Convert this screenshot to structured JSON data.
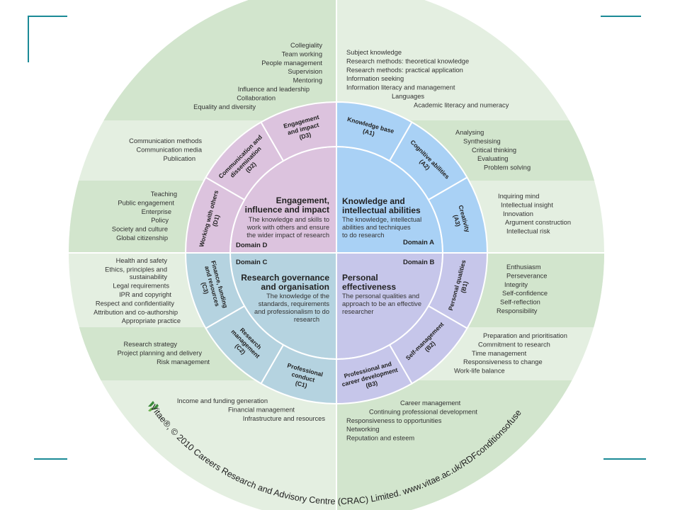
{
  "colors": {
    "frame": "#1a8a96",
    "outer_light": "#e4efe1",
    "outer_dark": "#d2e5cd",
    "domain_a": "#a9d1f5",
    "domain_b": "#c6c6ea",
    "domain_c": "#b5d3e0",
    "domain_d": "#dcc3de"
  },
  "domains": {
    "a": {
      "title_lines": [
        "Knowledge and",
        "intellectual abilities"
      ],
      "desc_lines": [
        "The knowledge, intellectual",
        "abilities and techniques",
        "to do research"
      ],
      "tag": "Domain A",
      "segments": [
        {
          "lines": [
            "Knowledge base",
            "(A1)"
          ],
          "items": [
            "Subject knowledge",
            "Research methods: theoretical knowledge",
            "Research methods: practical application",
            "Information seeking",
            "Information literacy and management",
            "Languages",
            "Academic literacy and numeracy"
          ]
        },
        {
          "lines": [
            "Cognitive abilities",
            "(A2)"
          ],
          "items": [
            "Analysing",
            "Synthesising",
            "Critical thinking",
            "Evaluating",
            "Problem solving"
          ]
        },
        {
          "lines": [
            "Creativity",
            "(A3)"
          ],
          "items": [
            "Inquiring mind",
            "Intellectual insight",
            "Innovation",
            "Argument construction",
            "Intellectual risk"
          ]
        }
      ]
    },
    "b": {
      "title_lines": [
        "Personal",
        "effectiveness"
      ],
      "desc_lines": [
        "The personal qualities and",
        "approach to be an effective",
        "researcher"
      ],
      "tag": "Domain B",
      "segments": [
        {
          "lines": [
            "Personal qualities",
            "(B1)"
          ],
          "items": [
            "Enthusiasm",
            "Perseverance",
            "Integrity",
            "Self-confidence",
            "Self-reflection",
            "Responsibility"
          ]
        },
        {
          "lines": [
            "Self-management",
            "(B2)"
          ],
          "items": [
            "Preparation and prioritisation",
            "Commitment to research",
            "Time management",
            "Responsiveness to change",
            "Work-life balance"
          ]
        },
        {
          "lines": [
            "Professional and",
            "career development",
            "(B3)"
          ],
          "items": [
            "Career management",
            "Continuing professional development",
            "Responsiveness to opportunities",
            "Networking",
            "Reputation and esteem"
          ]
        }
      ]
    },
    "c": {
      "title_lines": [
        "Research governance",
        "and organisation"
      ],
      "desc_lines": [
        "The knowledge of the",
        "standards, requirements",
        "and professionalism to do",
        "research"
      ],
      "tag": "Domain C",
      "segments": [
        {
          "lines": [
            "Professional",
            "conduct",
            "(C1)"
          ],
          "items": [
            "Health and safety",
            "Ethics, principles and",
            "sustainability",
            "Legal requirements",
            "IPR and copyright",
            "Respect and confidentiality",
            "Attribution and co-authorship",
            "Appropriate practice"
          ]
        },
        {
          "lines": [
            "Research",
            "management",
            "(C2)"
          ],
          "items": [
            "Research strategy",
            "Project planning and delivery",
            "Risk management"
          ]
        },
        {
          "lines": [
            "Finance, funding",
            "and resources",
            "(C3)"
          ],
          "items": [
            "Income and funding generation",
            "Financial management",
            "Infrastructure and resources"
          ]
        }
      ]
    },
    "d": {
      "title_lines": [
        "Engagement,",
        "influence and impact"
      ],
      "desc_lines": [
        "The knowledge and skills to",
        "work with others and ensure",
        "the wider impact of research"
      ],
      "tag": "Domain D",
      "segments": [
        {
          "lines": [
            "Working with others",
            "(D1)"
          ],
          "items": [
            "Collegiality",
            "Team working",
            "People management",
            "Supervision",
            "Mentoring",
            "Influence and leadership",
            "Collaboration",
            "Equality and diversity"
          ]
        },
        {
          "lines": [
            "Communication and",
            "dissemination",
            "(D2)"
          ],
          "items": [
            "Communication methods",
            "Communication media",
            "Publication"
          ]
        },
        {
          "lines": [
            "Engagement",
            "and impact",
            "(D3)"
          ],
          "items": [
            "Teaching",
            "Public engagement",
            "Enterprise",
            "Policy",
            "Society and culture",
            "Global citizenship"
          ]
        }
      ]
    }
  },
  "copyright": "Vitae®, © 2010 Careers Research and Advisory Centre (CRAC) Limited. www.vitae.ac.uk/RDFconditionsofuse"
}
